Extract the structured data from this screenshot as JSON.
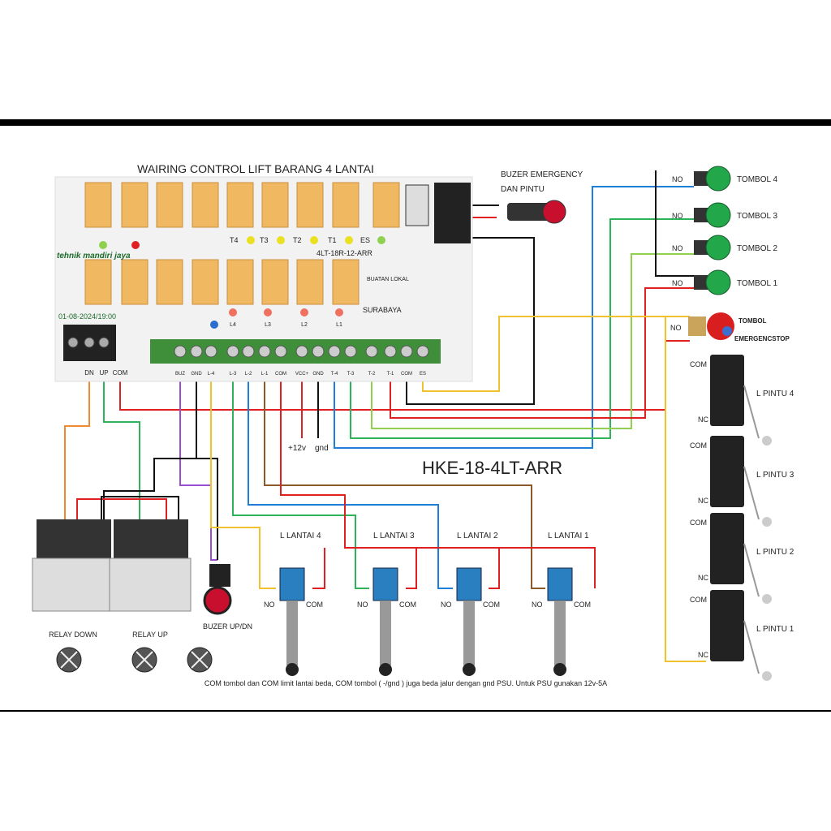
{
  "title": "WAIRING CONTROL LIFT BARANG 4 LANTAI",
  "model": "HKE-18-4LT-ARR",
  "note": "COM tombol dan COM limit lantai beda, COM tombol ( -/gnd ) juga beda jalur dengan gnd PSU. Untuk PSU gunakan 12v-5A",
  "board": {
    "maker": "tehnik mandiri jaya",
    "date": "01-08-2024/19:00",
    "code": "4LT-18R-12-ARR",
    "local": "BUATAN LOKAL",
    "city": "SURABAYA",
    "leds_top": [
      "T4",
      "T3",
      "T2",
      "T1",
      "ES"
    ],
    "leds_bottom": [
      "L4",
      "L3",
      "L2",
      "L1"
    ],
    "left_terminals": [
      "DN",
      "UP",
      "COM"
    ],
    "terminals": [
      "BUZ",
      "GND",
      "L-4",
      "L-3",
      "L-2",
      "L-1",
      "COM",
      "VCC+",
      "GND",
      "T-4",
      "T-3",
      "T-2",
      "T-1",
      "COM",
      "ES"
    ]
  },
  "psu": {
    "plus": "+12v",
    "gnd": "gnd"
  },
  "buzzer_emergency": {
    "line1": "BUZER EMERGENCY",
    "line2": "DAN PINTU"
  },
  "buzzer_updn": "BUZER UP/DN",
  "relays": [
    "RELAY DOWN",
    "RELAY UP"
  ],
  "buttons": [
    {
      "label": "TOMBOL 4",
      "contact": "NO"
    },
    {
      "label": "TOMBOL 3",
      "contact": "NO"
    },
    {
      "label": "TOMBOL 2",
      "contact": "NO"
    },
    {
      "label": "TOMBOL 1",
      "contact": "NO"
    }
  ],
  "emergency": {
    "label1": "TOMBOL",
    "label2": "EMERGENCSTOP",
    "contact": "NO"
  },
  "door_switches": [
    {
      "label": "L PINTU 4",
      "com": "COM",
      "nc": "NC"
    },
    {
      "label": "L PINTU 3",
      "com": "COM",
      "nc": "NC"
    },
    {
      "label": "L PINTU 2",
      "com": "COM",
      "nc": "NC"
    },
    {
      "label": "L PINTU 1",
      "com": "COM",
      "nc": "NC"
    }
  ],
  "floor_limits": [
    {
      "label": "L LANTAI 4",
      "no": "NO",
      "com": "COM"
    },
    {
      "label": "L LANTAI 3",
      "no": "NO",
      "com": "COM"
    },
    {
      "label": "L LANTAI 2",
      "no": "NO",
      "com": "COM"
    },
    {
      "label": "L LANTAI 1",
      "no": "NO",
      "com": "COM"
    }
  ],
  "colors": {
    "red": "#e02020",
    "black": "#111111",
    "blue": "#1e7fd8",
    "green": "#2fb35a",
    "lightgreen": "#8fd14f",
    "yellow": "#f2c12e",
    "orange": "#f08a30",
    "purple": "#9a4fd0",
    "brown": "#8b5a2b",
    "relay": "#f0b860",
    "board": "#f2f2f2",
    "button_green": "#22a84a"
  }
}
